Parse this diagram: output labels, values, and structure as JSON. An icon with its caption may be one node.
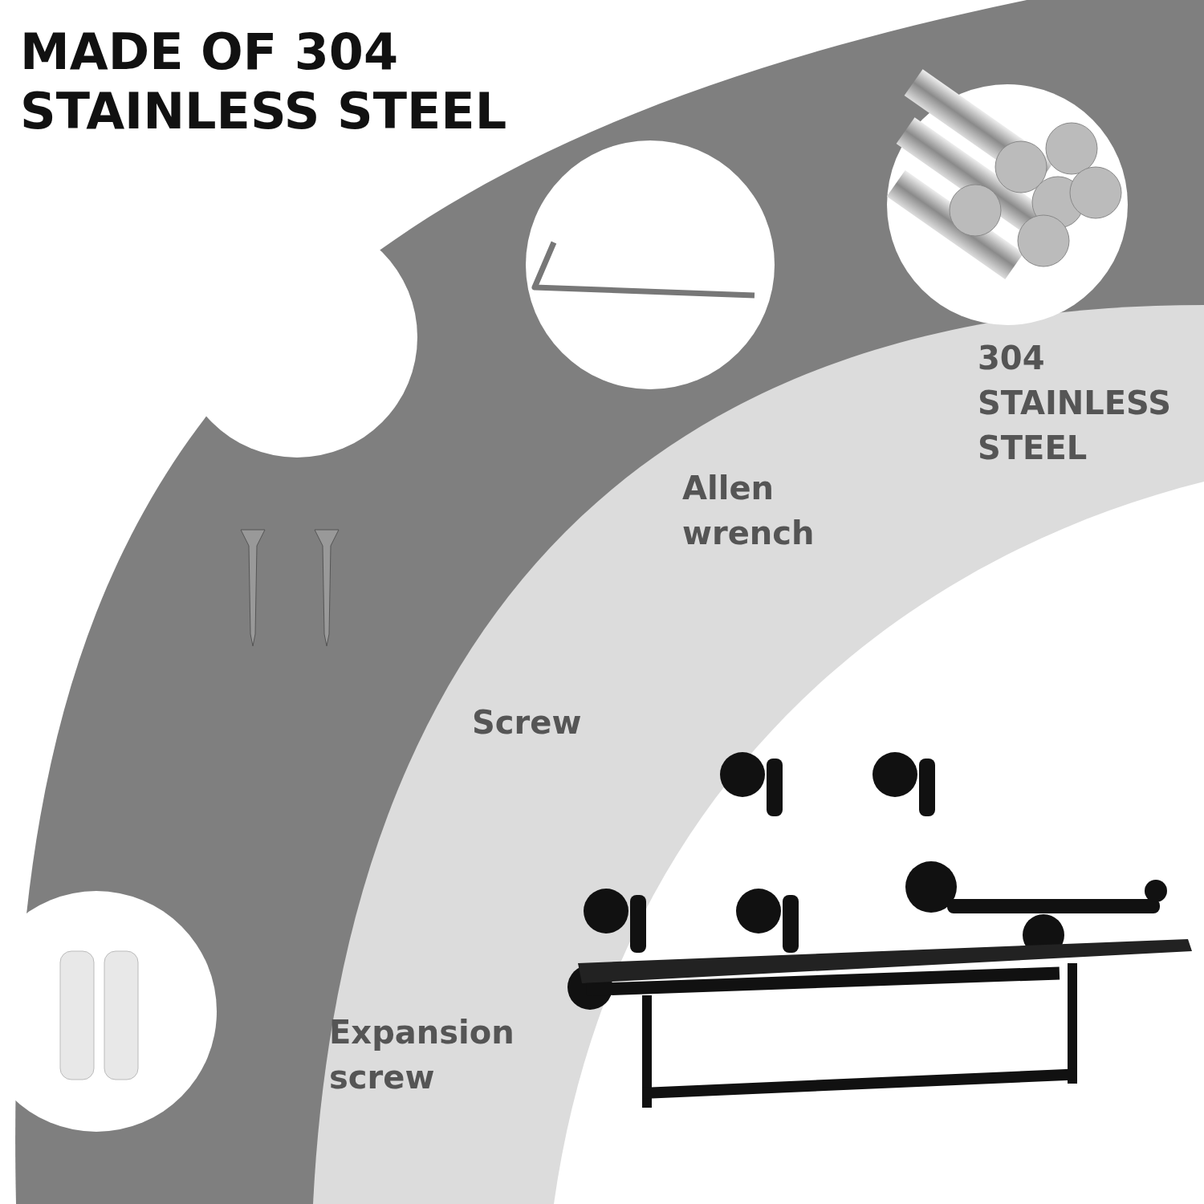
{
  "diagram": {
    "title": "MADE OF 304 STAINLESS STEEL",
    "labels": [
      "304 STAINLESS STEEL",
      "Allen wrench",
      "Screw",
      "Expansion screw"
    ]
  }
}
